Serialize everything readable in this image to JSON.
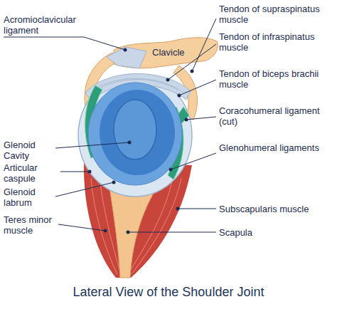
{
  "diagram": {
    "title": "Lateral View of the Shoulder Joint",
    "labels": [
      "Acromioclavicular ligament",
      "Tendon of supraspinatus muscle",
      "Clavicle",
      "Tendon of infraspinatus muscle",
      "Tendon of biceps brachii muscle",
      "Coracohumeral ligament (cut)",
      "Glenoid Cavity",
      "Glenohumeral ligaments",
      "Articular caspule",
      "Glenoid labrum",
      "Subscapularis muscle",
      "Teres minor muscle",
      "Scapula"
    ]
  }
}
